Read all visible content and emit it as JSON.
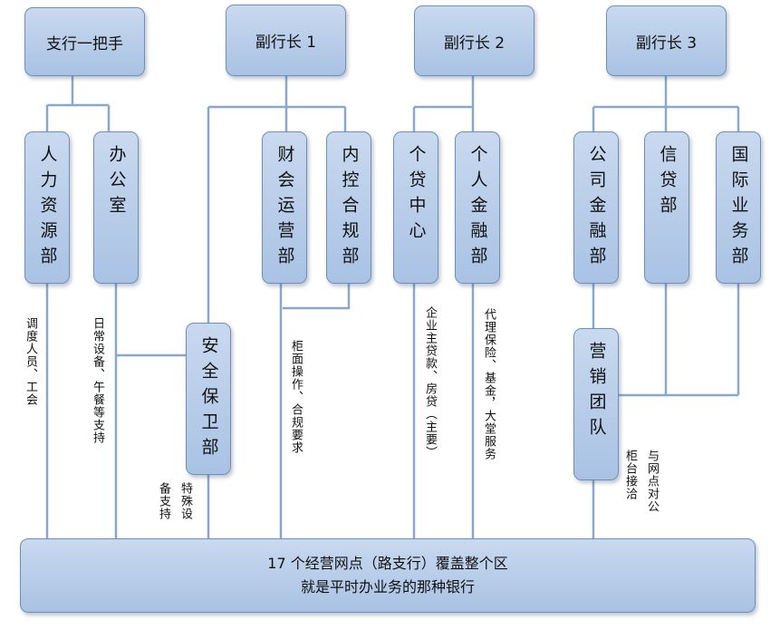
{
  "top_boxes": {
    "branch_head": "支行一把手",
    "vp1": "副行长 1",
    "vp2": "副行长 2",
    "vp3": "副行长 3"
  },
  "departments": {
    "hr": "人力资源部",
    "office": "办公室",
    "finance_ops": "财会运营部",
    "internal_control": "内控合规部",
    "retail_loan_center": "个贷中心",
    "personal_finance": "个人金融部",
    "corporate_finance": "公司金融部",
    "credit": "信贷部",
    "international": "国际业务部",
    "security": "安全保卫部",
    "marketing_team": "营销团队"
  },
  "annotations": {
    "hr_note": "调度人员、工会",
    "office_note": "日常设备、午餐等支持",
    "security_note_1": "特殊设",
    "security_note_2": "备支持",
    "finance_note": "柜面操作、合规要求",
    "retail_note": "企业主贷款、房贷（主要）",
    "personal_note": "代理保险、基金，大堂服务",
    "marketing_note_1": "与网点对公",
    "marketing_note_2": "柜台接洽"
  },
  "bottom_box": {
    "line1": "17 个经营网点（路支行）覆盖整个区",
    "line2": "就是平时办业务的那种银行"
  },
  "colors": {
    "box_fill": "#b8cce8",
    "box_border": "#6f8fb8",
    "connector": "#8aa8cc"
  }
}
